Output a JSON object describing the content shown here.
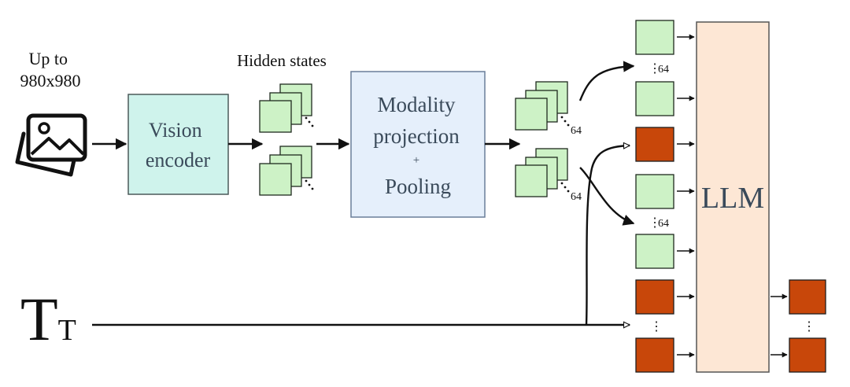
{
  "input": {
    "label": "Up to\n980x980",
    "icon": "image-icon"
  },
  "vision_encoder": {
    "label": "Vision\nencoder",
    "color": "#cff3ec"
  },
  "hidden_states": {
    "label": "Hidden states"
  },
  "modality_projection": {
    "label": "Modality\nprojection\n+\nPooling",
    "color": "#e5effb"
  },
  "pooled": {
    "dots_label_1": "64",
    "dots_label_2": "64"
  },
  "token_column": {
    "dots_label_1": "64",
    "dots_label_2": "64",
    "dots": "⋮"
  },
  "llm": {
    "label": "LLM",
    "color": "#fde7d5"
  },
  "text_input": {
    "big": "T",
    "small": "T"
  },
  "colors": {
    "image_token": "#cdf2c6",
    "text_token": "#c8470a"
  }
}
